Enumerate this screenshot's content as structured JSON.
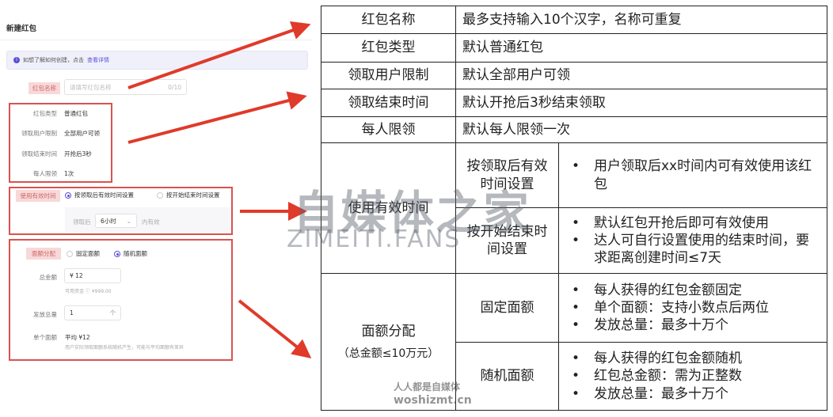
{
  "form": {
    "title": "新建红包",
    "tip_text": "如想了解如何创建，点击",
    "tip_link": "查看详情",
    "name_label": "红包名称",
    "name_placeholder": "请填写红包名称",
    "name_counter": "0/10",
    "type_label": "红包类型",
    "type_value": "普通红包",
    "limit_label": "领取用户限制",
    "limit_value": "全部用户可领",
    "end_label": "领取结束时间",
    "end_value": "开抢后3秒",
    "per_label": "每人限领",
    "per_value": "1次",
    "valid_label": "使用有效时间",
    "valid_opt1": "按领取后有效时间设置",
    "valid_opt2": "按开始结束时间设置",
    "after_label": "领取后",
    "after_value": "6小时",
    "after_suffix": "内有效",
    "alloc_label": "面额分配",
    "alloc_opt1": "固定面额",
    "alloc_opt2": "随机面额",
    "total_label": "总金额",
    "total_value": "¥  12",
    "funds_note": "可用资金 ⓘ ¥999.00",
    "count_label": "发放总量",
    "count_value": "1",
    "count_unit": "个",
    "single_label": "单个面额",
    "single_value": "平均 ¥12",
    "single_note": "用户实际领取面额系统随机产生，可能与平均面额有差异"
  },
  "table": {
    "rows": [
      {
        "key": "红包名称",
        "desc": "最多支持输入10个汉字，名称可重复"
      },
      {
        "key": "红包类型",
        "desc": "默认普通红包"
      },
      {
        "key": "领取用户限制",
        "desc": "默认全部用户可领"
      },
      {
        "key": "领取结束时间",
        "desc": "默认开抢后3秒结束领取"
      },
      {
        "key": "每人限领",
        "desc": "默认每人限领一次"
      }
    ],
    "valid": {
      "key": "使用有效时间",
      "sub1": "按领取后有效时间设置",
      "sub1_items": [
        "用户领取后xx时间内可有效使用该红包"
      ],
      "sub2": "按开始结束时间设置",
      "sub2_items": [
        "默认红包开抢后即可有效使用",
        "达人可自行设置使用的结束时间，要求距离创建时间≤7天"
      ]
    },
    "alloc": {
      "key": "面额分配",
      "key_note": "（总金额≤10万元）",
      "sub1": "固定面额",
      "sub1_items": [
        "每人获得的红包金额固定",
        "单个面额：支持小数点后两位",
        "发放总量：最多十万个"
      ],
      "sub2": "随机面额",
      "sub2_items": [
        "每人获得的红包金额随机",
        "红包总金额：需为正整数",
        "发放总量：最多十万个"
      ]
    }
  },
  "watermarks": {
    "main": "自媒体之家",
    "main_sub": "ZIMEITI.FANS",
    "bottom": "人人都是自媒体",
    "bottom_sub": "woshizmt.cn"
  },
  "colors": {
    "accent": "#5b4fd6",
    "highlight_box": "#d9534f",
    "arrow": "#e03a2a"
  }
}
